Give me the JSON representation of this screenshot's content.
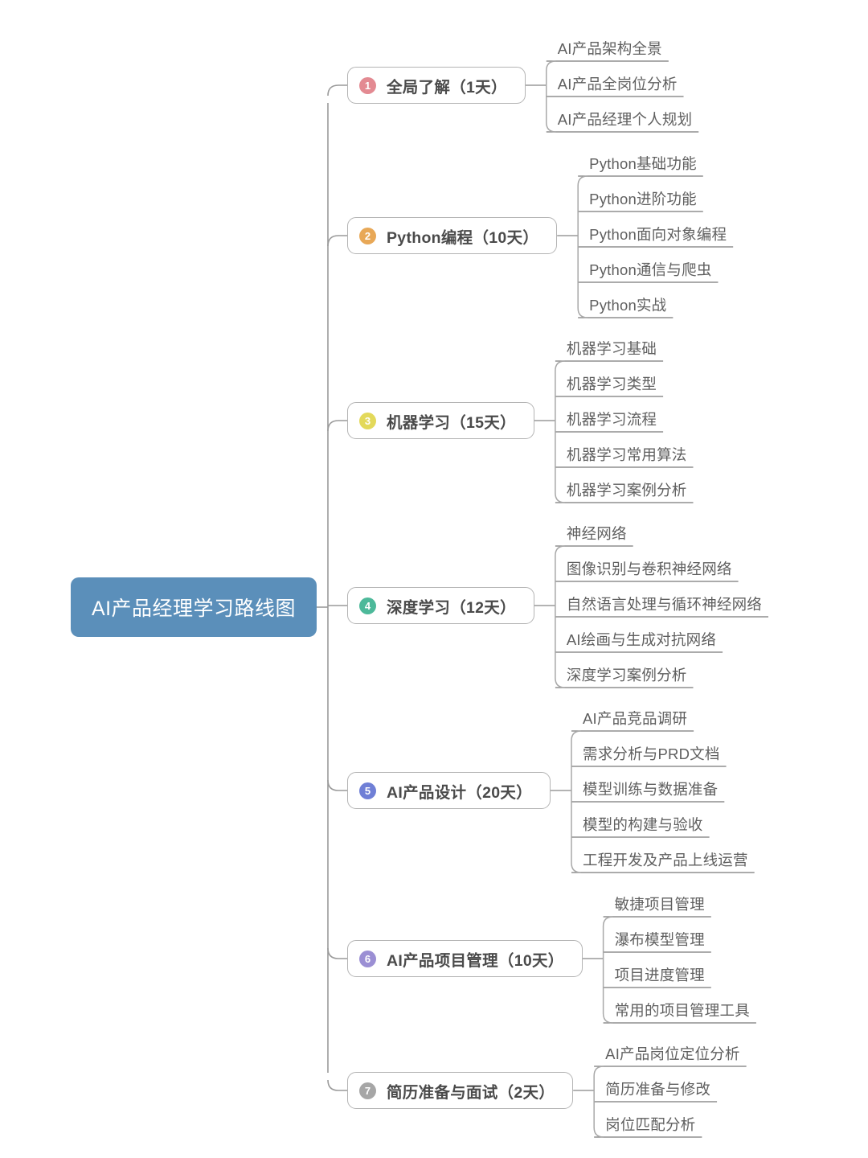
{
  "diagram": {
    "title": "AI产品经理学习路线图",
    "type": "mindmap",
    "background_color": "#ffffff",
    "root": {
      "label": "AI产品经理学习路线图",
      "fill_color": "#5b8fba",
      "text_color": "#ffffff"
    },
    "branches": [
      {
        "number": "1",
        "label": "全局了解（1天）",
        "duration": "1天",
        "badge_color": "#e38a92",
        "leaves": [
          "AI产品架构全景",
          "AI产品全岗位分析",
          "AI产品经理个人规划"
        ]
      },
      {
        "number": "2",
        "label": "Python编程（10天）",
        "duration": "10天",
        "badge_color": "#e8a857",
        "leaves": [
          "Python基础功能",
          "Python进阶功能",
          "Python面向对象编程",
          "Python通信与爬虫",
          "Python实战"
        ]
      },
      {
        "number": "3",
        "label": "机器学习（15天）",
        "duration": "15天",
        "badge_color": "#e3d95a",
        "leaves": [
          "机器学习基础",
          "机器学习类型",
          "机器学习流程",
          "机器学习常用算法",
          "机器学习案例分析"
        ]
      },
      {
        "number": "4",
        "label": "深度学习（12天）",
        "duration": "12天",
        "badge_color": "#4db99a",
        "leaves": [
          "神经网络",
          "图像识别与卷积神经网络",
          "自然语言处理与循环神经网络",
          "AI绘画与生成对抗网络",
          "深度学习案例分析"
        ]
      },
      {
        "number": "5",
        "label": "AI产品设计（20天）",
        "duration": "20天",
        "badge_color": "#6f7fd6",
        "leaves": [
          "AI产品竞品调研",
          "需求分析与PRD文档",
          "模型训练与数据准备",
          "模型的构建与验收",
          "工程开发及产品上线运营"
        ]
      },
      {
        "number": "6",
        "label": "AI产品项目管理（10天）",
        "duration": "10天",
        "badge_color": "#9b8fd4",
        "leaves": [
          "敏捷项目管理",
          "瀑布模型管理",
          "项目进度管理",
          "常用的项目管理工具"
        ]
      },
      {
        "number": "7",
        "label": "简历准备与面试（2天）",
        "duration": "2天",
        "badge_color": "#a6a6a6",
        "leaves": [
          "AI产品岗位定位分析",
          "简历准备与修改",
          "岗位匹配分析"
        ]
      }
    ]
  }
}
